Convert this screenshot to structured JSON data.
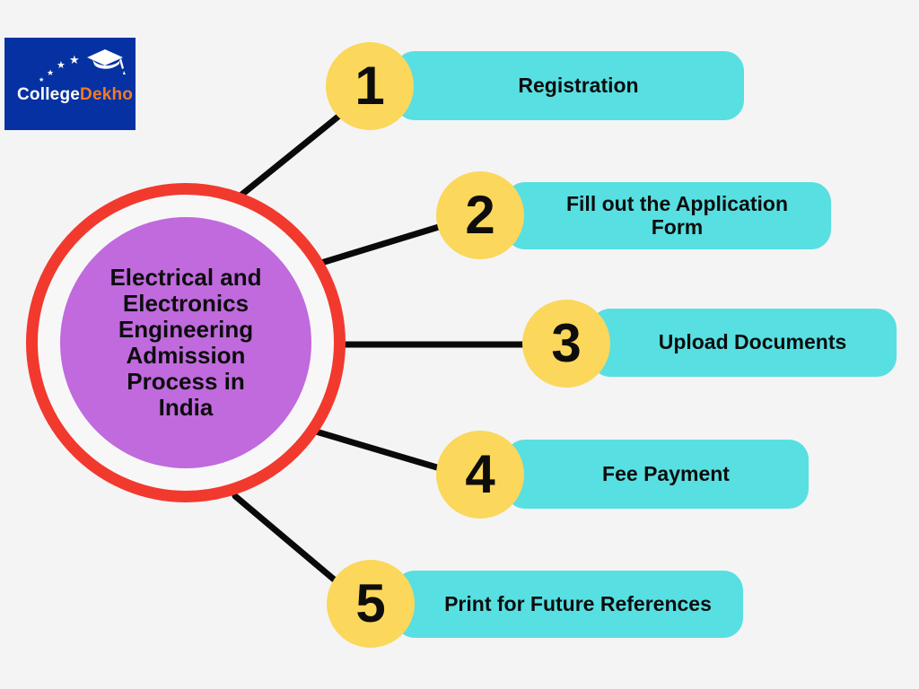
{
  "title": "Electrical and Electronics Engineering Admission Process in India",
  "logo": {
    "brand_college": "College",
    "brand_dekho": "Dekho",
    "star_glyph": "★"
  },
  "hub": {
    "lines": [
      "Electrical and",
      "Electronics",
      "Engineering",
      "Admission",
      "Process in",
      "India"
    ]
  },
  "steps": [
    {
      "number": "1",
      "label": "Registration"
    },
    {
      "number": "2",
      "label": "Fill out the Application Form"
    },
    {
      "number": "3",
      "label": "Upload Documents"
    },
    {
      "number": "4",
      "label": "Fee Payment"
    },
    {
      "number": "5",
      "label": "Print for Future References"
    }
  ],
  "colors": {
    "bg": "#f4f4f5",
    "panel-blue": "#0531a3",
    "orange": "#f47b20",
    "teal": "#58dfe2",
    "yellow": "#fbd75b",
    "purple": "#c06ade",
    "red": "#f2392e",
    "ink": "#0d0d0d",
    "line": "#0a0a0a"
  }
}
